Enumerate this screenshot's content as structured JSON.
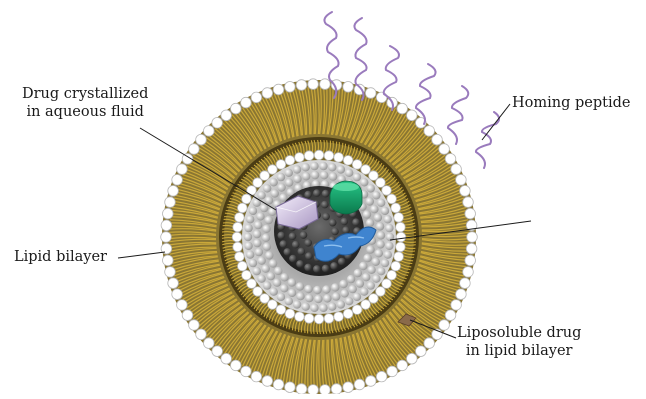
{
  "labels": {
    "drug_crystallized": [
      "Drug crystallized",
      "in aqueous fluid"
    ],
    "homing_peptide": "Homing peptide",
    "lipid_bilayer": "Lipid bilayer",
    "liposoluble_drug": [
      "Liposoluble drug",
      "in lipid bilayer"
    ]
  },
  "colors": {
    "lipid_tail": "#caa83a",
    "lipid_tail_dark": "#5a4818",
    "head_group": "#ffffff",
    "head_stroke": "#b8b8b8",
    "aqueous_core": "#3a3a3a",
    "peptide": "#9a7bbd",
    "crystal": "#ddd0ee",
    "green_drug": "#16a36a",
    "blue_drug": "#3f84cf",
    "liposoluble": "#8a6a4a"
  }
}
